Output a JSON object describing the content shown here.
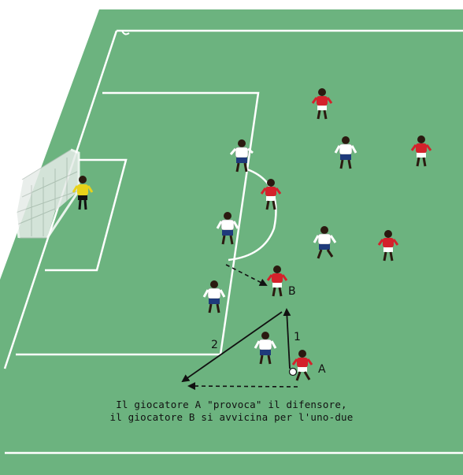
{
  "labels": {
    "player_a": "A",
    "player_b": "B",
    "pass_1": "1",
    "pass_2": "2"
  },
  "caption": {
    "line1": "Il giocatore A \"provoca\" il difensore,",
    "line2": "il giocatore B si avvicina per l'uno-due"
  },
  "colors": {
    "pitch": "#6cb37f",
    "pitch_edge": "#5ea36f",
    "lines": "#ffffff",
    "attacker_shirt": "#d4212b",
    "defender_shirt": "#ffffff",
    "defender_shorts": "#1e3a7b",
    "goalkeeper_shirt": "#e8d21a",
    "arrow": "#111111"
  }
}
